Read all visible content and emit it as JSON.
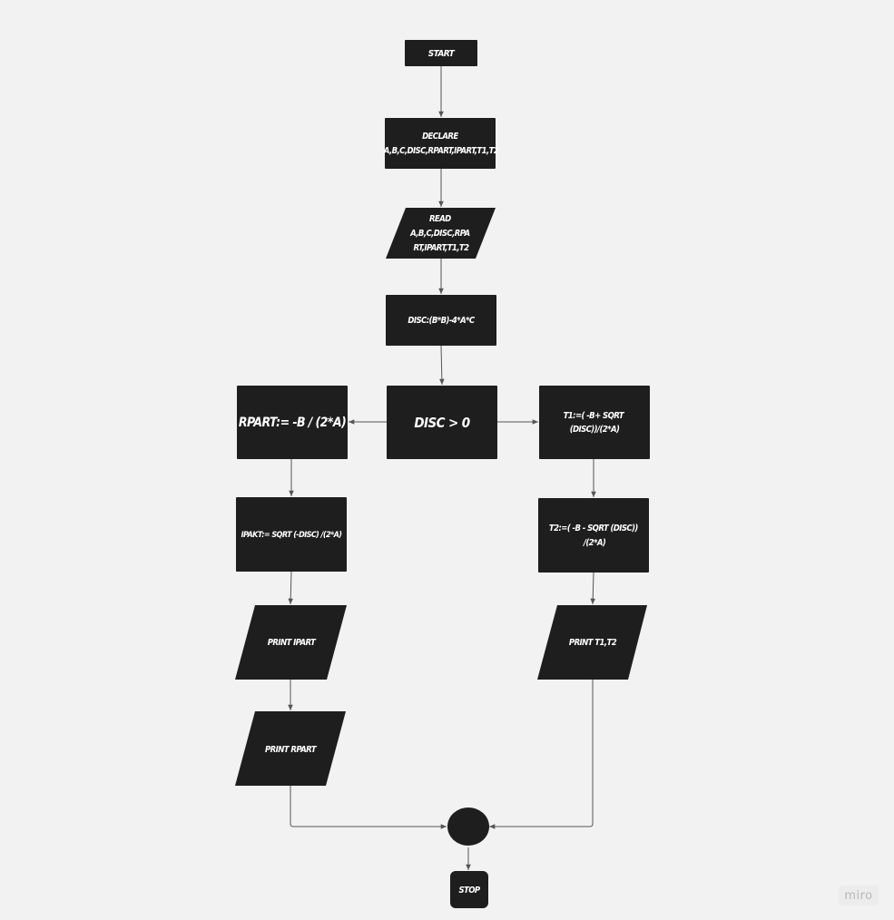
{
  "diagram": {
    "nodes": {
      "start": {
        "lines": [
          "START"
        ]
      },
      "declare": {
        "lines": [
          "DECLARE",
          "A,B,C,DISC,RPART,IPART,T1,T2"
        ]
      },
      "read": {
        "lines": [
          "READ",
          "A,B,C,DISC,RPA",
          "RT,IPART,T1,T2"
        ]
      },
      "disc_calc": {
        "lines": [
          "DISC:(B*B)-4*A*C"
        ]
      },
      "decision": {
        "lines": [
          "DISC > 0"
        ]
      },
      "rpart": {
        "lines": [
          "RPART:= -B / (2*A)"
        ]
      },
      "ipart": {
        "lines": [
          "IPAKT:= SQRT (-DISC) /(2*A)"
        ]
      },
      "print_ipart": {
        "lines": [
          "PRINT IPART"
        ]
      },
      "print_rpart": {
        "lines": [
          "PRINT RPART"
        ]
      },
      "t1": {
        "lines": [
          "T1:=( -B+ SQRT",
          "(DISC))/(2*A)"
        ]
      },
      "t2": {
        "lines": [
          "T2:=( -B - SQRT (DISC))",
          "/(2*A)"
        ]
      },
      "print_t1t2": {
        "lines": [
          "PRINT T1,T2"
        ]
      },
      "connector": {
        "lines": []
      },
      "stop": {
        "lines": [
          "STOP"
        ]
      }
    },
    "colors": {
      "node_fill": "#1e1e1e",
      "node_text": "#ffffff",
      "edge": "#555555",
      "background": "#f2f2f2"
    }
  },
  "watermark": {
    "text": "miro"
  }
}
